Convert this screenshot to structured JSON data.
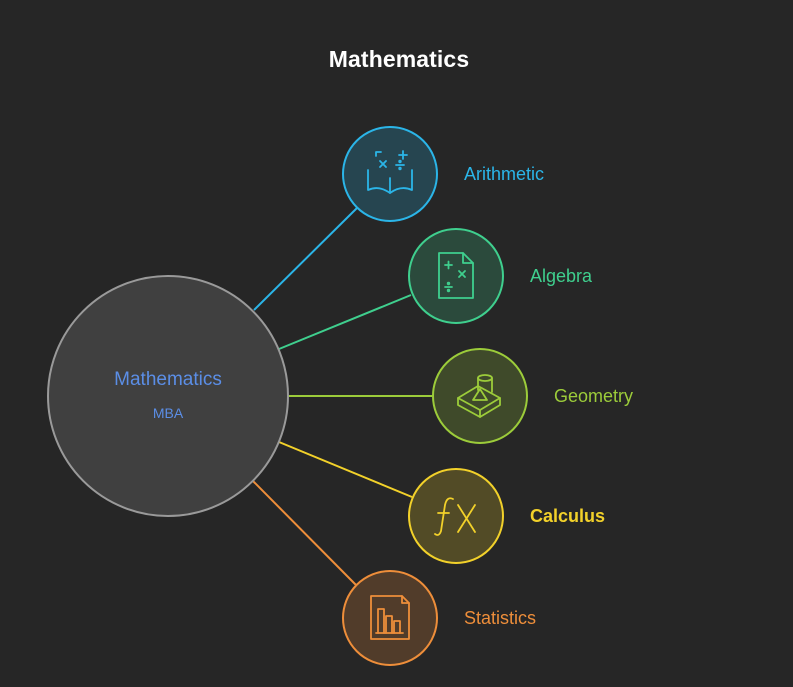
{
  "title": "Mathematics",
  "hub": {
    "title": "Mathematics",
    "subtitle": "MBA",
    "color": "#5b8ee6"
  },
  "branches": [
    {
      "label": "Arithmetic",
      "icon": "open-book-operations-icon",
      "color": "#2bb5e8"
    },
    {
      "label": "Algebra",
      "icon": "document-operations-icon",
      "color": "#3fcf8e"
    },
    {
      "label": "Geometry",
      "icon": "geometric-shapes-icon",
      "color": "#9ccc3a"
    },
    {
      "label": "Calculus",
      "icon": "function-fx-icon",
      "color": "#f2d12a"
    },
    {
      "label": "Statistics",
      "icon": "bar-chart-document-icon",
      "color": "#ee8e3a"
    }
  ]
}
